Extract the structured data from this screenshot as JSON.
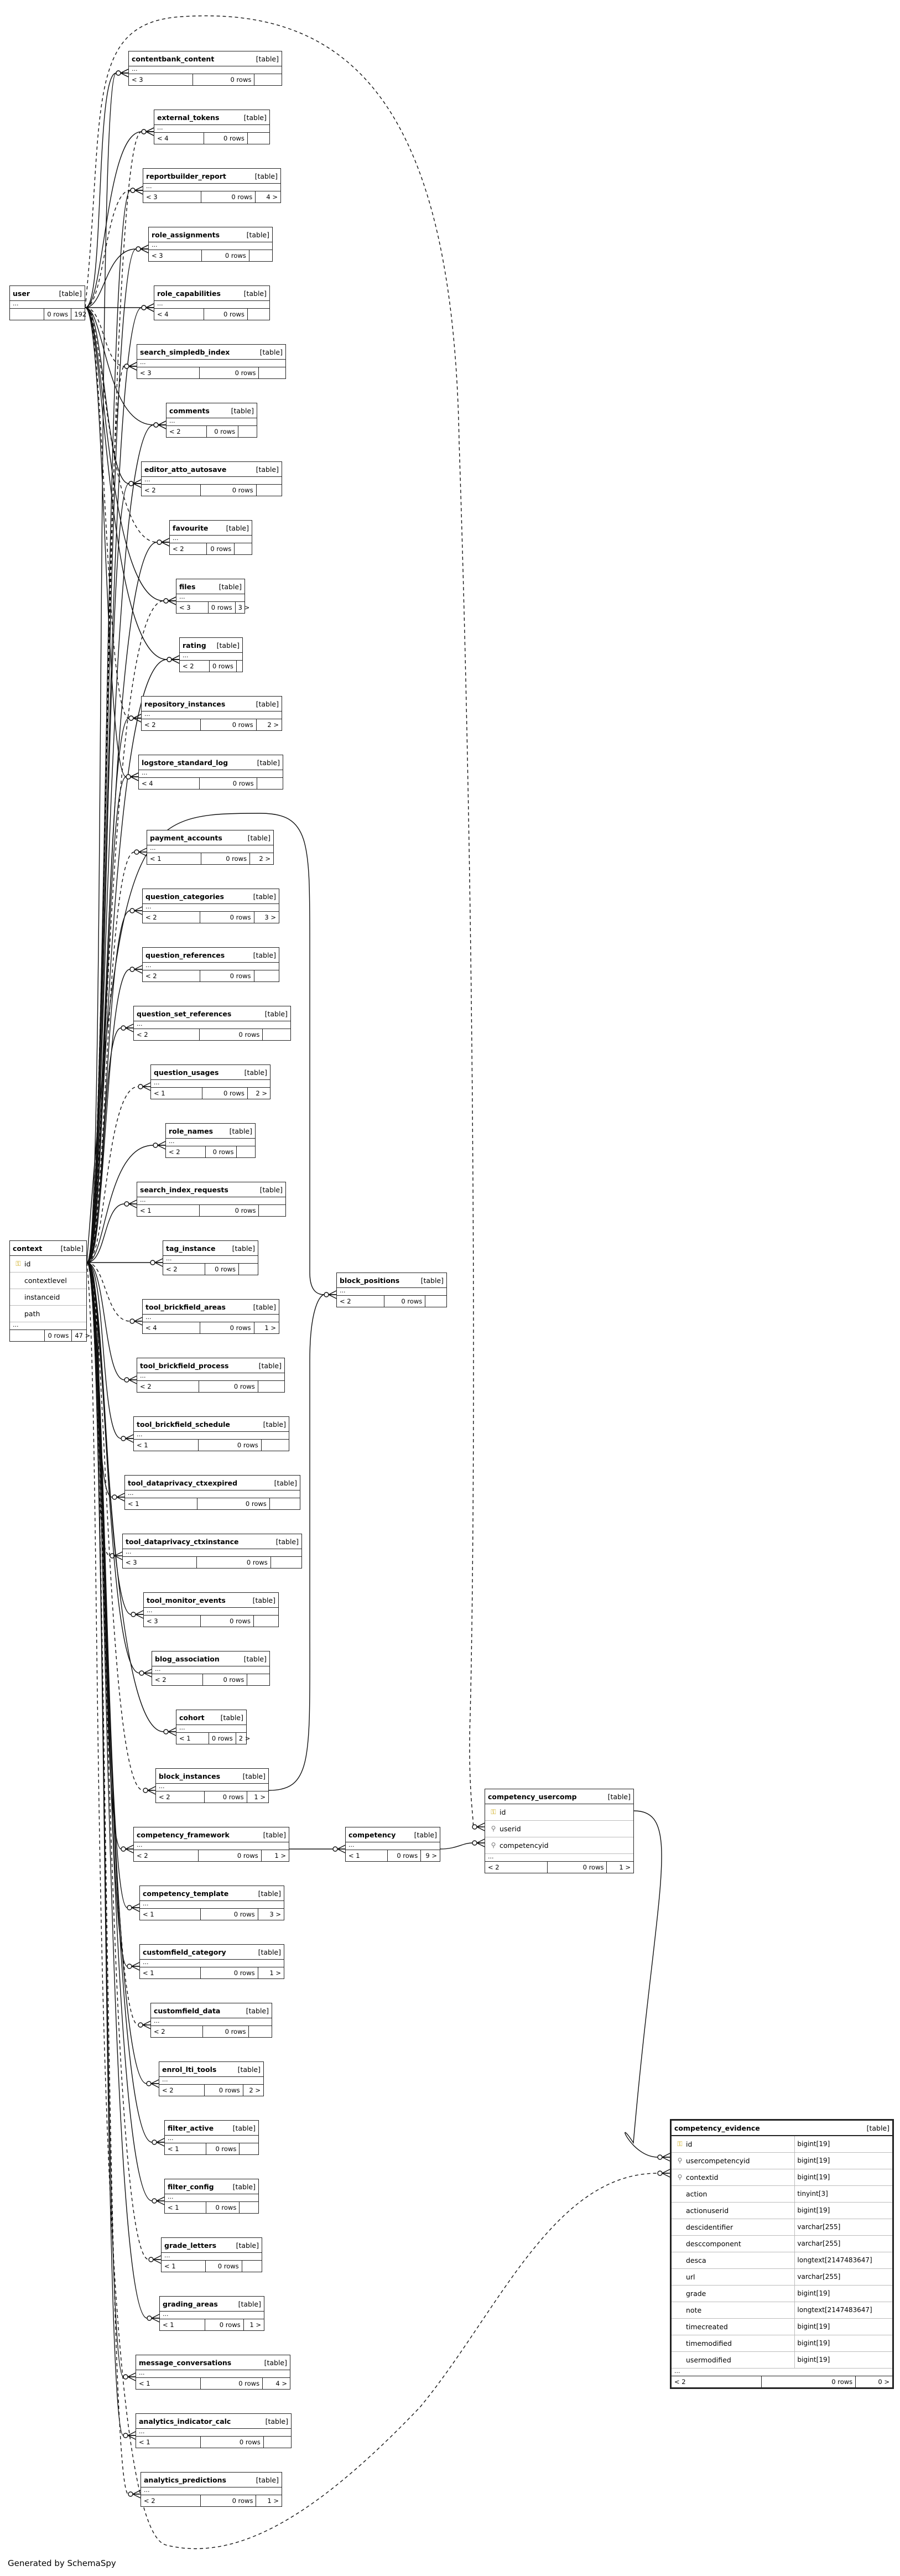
{
  "tag": "[table]",
  "footer": "Generated by SchemaSpy",
  "tables": {
    "contentbank_content": {
      "name": "contentbank_content",
      "parents": "< 3",
      "rows": "0 rows",
      "children": ""
    },
    "external_tokens": {
      "name": "external_tokens",
      "parents": "< 4",
      "rows": "0 rows",
      "children": ""
    },
    "reportbuilder_report": {
      "name": "reportbuilder_report",
      "parents": "< 3",
      "rows": "0 rows",
      "children": "4 >"
    },
    "role_assignments": {
      "name": "role_assignments",
      "parents": "< 3",
      "rows": "0 rows",
      "children": ""
    },
    "role_capabilities": {
      "name": "role_capabilities",
      "parents": "< 4",
      "rows": "0 rows",
      "children": ""
    },
    "search_simpledb_index": {
      "name": "search_simpledb_index",
      "parents": "< 3",
      "rows": "0 rows",
      "children": ""
    },
    "comments": {
      "name": "comments",
      "parents": "< 2",
      "rows": "0 rows",
      "children": ""
    },
    "editor_atto_autosave": {
      "name": "editor_atto_autosave",
      "parents": "< 2",
      "rows": "0 rows",
      "children": ""
    },
    "favourite": {
      "name": "favourite",
      "parents": "< 2",
      "rows": "0 rows",
      "children": ""
    },
    "files": {
      "name": "files",
      "parents": "< 3",
      "rows": "0 rows",
      "children": "3 >"
    },
    "rating": {
      "name": "rating",
      "parents": "< 2",
      "rows": "0 rows",
      "children": ""
    },
    "repository_instances": {
      "name": "repository_instances",
      "parents": "< 2",
      "rows": "0 rows",
      "children": "2 >"
    },
    "logstore_standard_log": {
      "name": "logstore_standard_log",
      "parents": "< 4",
      "rows": "0 rows",
      "children": ""
    },
    "user": {
      "name": "user",
      "parents": "",
      "rows": "0 rows",
      "children": "192 >"
    },
    "payment_accounts": {
      "name": "payment_accounts",
      "parents": "< 1",
      "rows": "0 rows",
      "children": "2 >"
    },
    "question_categories": {
      "name": "question_categories",
      "parents": "< 2",
      "rows": "0 rows",
      "children": "3 >"
    },
    "question_references": {
      "name": "question_references",
      "parents": "< 2",
      "rows": "0 rows",
      "children": ""
    },
    "question_set_references": {
      "name": "question_set_references",
      "parents": "< 2",
      "rows": "0 rows",
      "children": ""
    },
    "question_usages": {
      "name": "question_usages",
      "parents": "< 1",
      "rows": "0 rows",
      "children": "2 >"
    },
    "role_names": {
      "name": "role_names",
      "parents": "< 2",
      "rows": "0 rows",
      "children": ""
    },
    "search_index_requests": {
      "name": "search_index_requests",
      "parents": "< 1",
      "rows": "0 rows",
      "children": ""
    },
    "tag_instance": {
      "name": "tag_instance",
      "parents": "< 2",
      "rows": "0 rows",
      "children": ""
    },
    "tool_brickfield_areas": {
      "name": "tool_brickfield_areas",
      "parents": "< 4",
      "rows": "0 rows",
      "children": "1 >"
    },
    "tool_brickfield_process": {
      "name": "tool_brickfield_process",
      "parents": "< 2",
      "rows": "0 rows",
      "children": ""
    },
    "tool_brickfield_schedule": {
      "name": "tool_brickfield_schedule",
      "parents": "< 1",
      "rows": "0 rows",
      "children": ""
    },
    "tool_dataprivacy_ctxexpired": {
      "name": "tool_dataprivacy_ctxexpired",
      "parents": "< 1",
      "rows": "0 rows",
      "children": ""
    },
    "tool_dataprivacy_ctxinstance": {
      "name": "tool_dataprivacy_ctxinstance",
      "parents": "< 3",
      "rows": "0 rows",
      "children": ""
    },
    "tool_monitor_events": {
      "name": "tool_monitor_events",
      "parents": "< 3",
      "rows": "0 rows",
      "children": ""
    },
    "blog_association": {
      "name": "blog_association",
      "parents": "< 2",
      "rows": "0 rows",
      "children": ""
    },
    "cohort": {
      "name": "cohort",
      "parents": "< 1",
      "rows": "0 rows",
      "children": "2 >"
    },
    "block_instances": {
      "name": "block_instances",
      "parents": "< 2",
      "rows": "0 rows",
      "children": "1 >"
    },
    "block_positions": {
      "name": "block_positions",
      "parents": "< 2",
      "rows": "0 rows",
      "children": ""
    },
    "competency_framework": {
      "name": "competency_framework",
      "parents": "< 2",
      "rows": "0 rows",
      "children": "1 >"
    },
    "competency": {
      "name": "competency",
      "parents": "< 1",
      "rows": "0 rows",
      "children": "9 >"
    },
    "competency_template": {
      "name": "competency_template",
      "parents": "< 1",
      "rows": "0 rows",
      "children": "3 >"
    },
    "customfield_category": {
      "name": "customfield_category",
      "parents": "< 1",
      "rows": "0 rows",
      "children": "1 >"
    },
    "customfield_data": {
      "name": "customfield_data",
      "parents": "< 2",
      "rows": "0 rows",
      "children": ""
    },
    "enrol_lti_tools": {
      "name": "enrol_lti_tools",
      "parents": "< 2",
      "rows": "0 rows",
      "children": "2 >"
    },
    "filter_active": {
      "name": "filter_active",
      "parents": "< 1",
      "rows": "0 rows",
      "children": ""
    },
    "filter_config": {
      "name": "filter_config",
      "parents": "< 1",
      "rows": "0 rows",
      "children": ""
    },
    "grade_letters": {
      "name": "grade_letters",
      "parents": "< 1",
      "rows": "0 rows",
      "children": ""
    },
    "grading_areas": {
      "name": "grading_areas",
      "parents": "< 1",
      "rows": "0 rows",
      "children": "1 >"
    },
    "message_conversations": {
      "name": "message_conversations",
      "parents": "< 1",
      "rows": "0 rows",
      "children": "4 >"
    },
    "analytics_indicator_calc": {
      "name": "analytics_indicator_calc",
      "parents": "< 1",
      "rows": "0 rows",
      "children": ""
    },
    "analytics_predictions": {
      "name": "analytics_predictions",
      "parents": "< 2",
      "rows": "0 rows",
      "children": "1 >"
    }
  },
  "context": {
    "name": "context",
    "columns": [
      {
        "name": "id",
        "key": "pk"
      },
      {
        "name": "contextlevel",
        "key": ""
      },
      {
        "name": "instanceid",
        "key": ""
      },
      {
        "name": "path",
        "key": ""
      }
    ],
    "parents": "",
    "rows": "0 rows",
    "children": "47 >"
  },
  "competency_usercomp": {
    "name": "competency_usercomp",
    "columns": [
      {
        "name": "id",
        "key": "pk"
      },
      {
        "name": "userid",
        "key": "fk"
      },
      {
        "name": "competencyid",
        "key": "fk"
      }
    ],
    "parents": "< 2",
    "rows": "0 rows",
    "children": "1 >"
  },
  "competency_evidence": {
    "name": "competency_evidence",
    "columns": [
      {
        "name": "id",
        "type": "bigint[19]",
        "key": "pk"
      },
      {
        "name": "usercompetencyid",
        "type": "bigint[19]",
        "key": "fk"
      },
      {
        "name": "contextid",
        "type": "bigint[19]",
        "key": "fk"
      },
      {
        "name": "action",
        "type": "tinyint[3]",
        "key": ""
      },
      {
        "name": "actionuserid",
        "type": "bigint[19]",
        "key": ""
      },
      {
        "name": "descidentifier",
        "type": "varchar[255]",
        "key": ""
      },
      {
        "name": "desccomponent",
        "type": "varchar[255]",
        "key": ""
      },
      {
        "name": "desca",
        "type": "longtext[2147483647]",
        "key": ""
      },
      {
        "name": "url",
        "type": "varchar[255]",
        "key": ""
      },
      {
        "name": "grade",
        "type": "bigint[19]",
        "key": ""
      },
      {
        "name": "note",
        "type": "longtext[2147483647]",
        "key": ""
      },
      {
        "name": "timecreated",
        "type": "bigint[19]",
        "key": ""
      },
      {
        "name": "timemodified",
        "type": "bigint[19]",
        "key": ""
      },
      {
        "name": "usermodified",
        "type": "bigint[19]",
        "key": ""
      }
    ],
    "parents": "< 2",
    "rows": "0 rows",
    "children": "0 >"
  }
}
